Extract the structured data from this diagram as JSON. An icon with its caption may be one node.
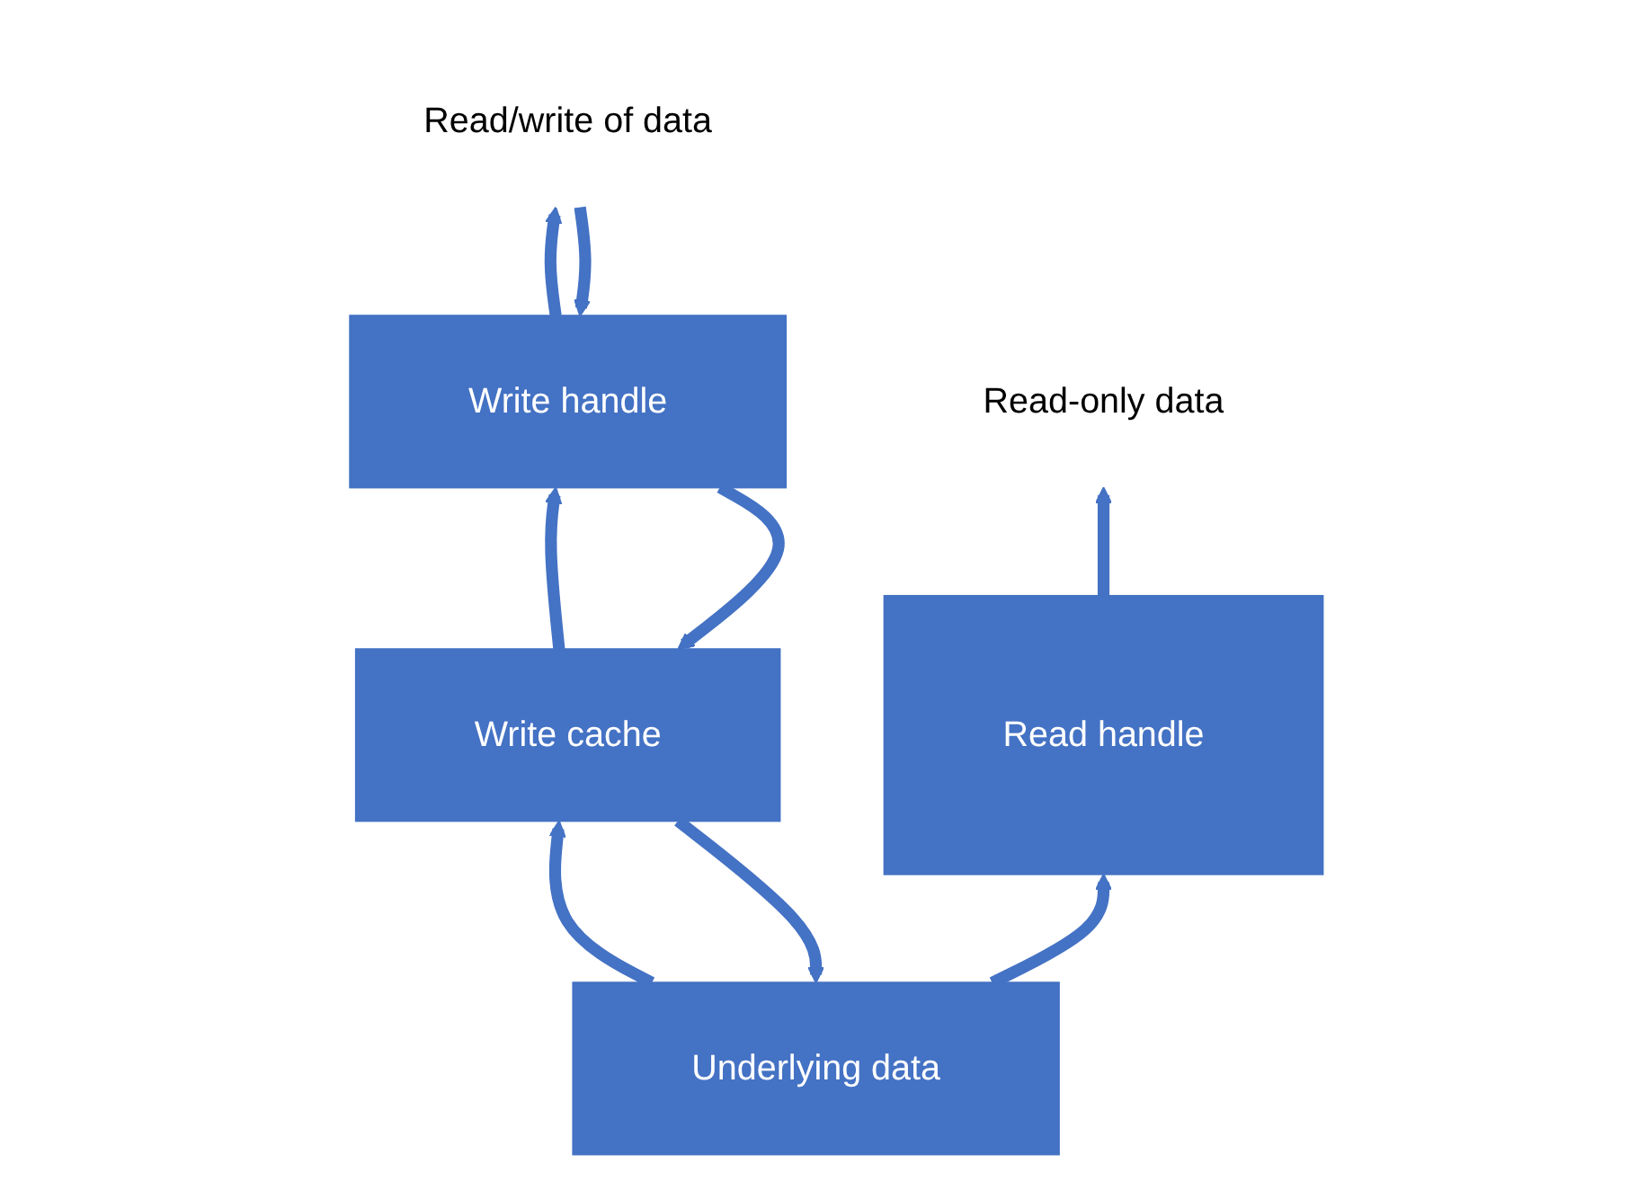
{
  "diagram": {
    "nodes": [
      {
        "text": [
          "Read/write of data"
        ]
      },
      {
        "text": [
          "Read-only data"
        ]
      },
      {
        "text": [
          "Write handle"
        ]
      },
      {
        "text": [
          "Write cache"
        ]
      },
      {
        "text": [
          "Read handle"
        ]
      },
      {
        "text": [
          "Underlying data"
        ]
      }
    ],
    "edges": [
      {
        "from": 0,
        "to": 2,
        "arrow": "to"
      },
      {
        "from": 2,
        "to": 0,
        "arrow": "to"
      },
      {
        "from": 2,
        "to": 3,
        "arrow": "to"
      },
      {
        "from": 3,
        "to": 2,
        "arrow": "to"
      },
      {
        "from": 3,
        "to": 5,
        "arrow": "to"
      },
      {
        "from": 5,
        "to": 3,
        "arrow": "to"
      },
      {
        "from": 5,
        "to": 4,
        "arrow": "to"
      },
      {
        "from": 4,
        "to": 1,
        "arrow": "to"
      }
    ]
  }
}
